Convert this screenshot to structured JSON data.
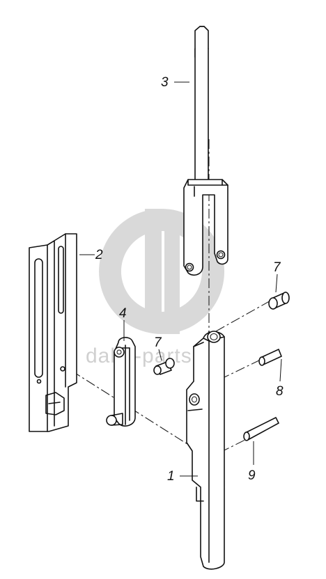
{
  "watermark": {
    "text": "dalta-parts",
    "logo": "dp-logo-icon"
  },
  "callouts": [
    {
      "id": "c1",
      "text": "1"
    },
    {
      "id": "c2",
      "text": "2"
    },
    {
      "id": "c3",
      "text": "3"
    },
    {
      "id": "c4",
      "text": "4"
    },
    {
      "id": "c7a",
      "text": "7"
    },
    {
      "id": "c7b",
      "text": "7"
    },
    {
      "id": "c8",
      "text": "8"
    },
    {
      "id": "c9",
      "text": "9"
    }
  ]
}
